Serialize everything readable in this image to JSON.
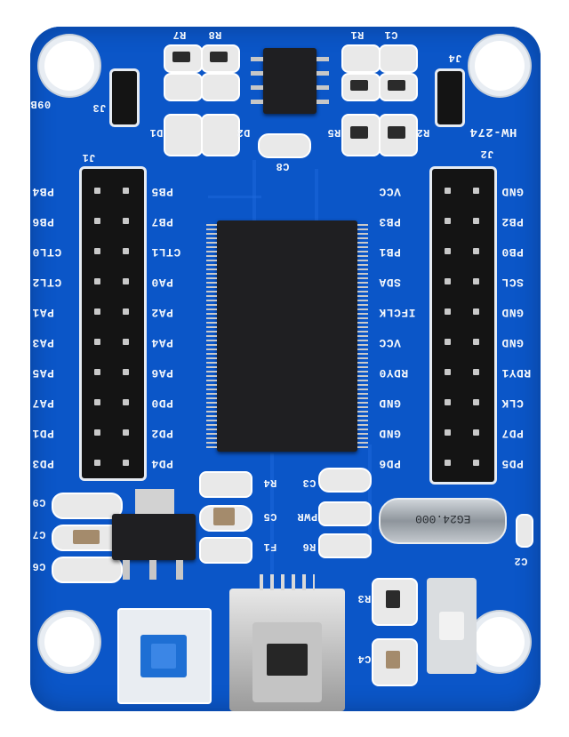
{
  "board": {
    "model": "HW-274",
    "top_labels": [
      "R7",
      "R8",
      "R1",
      "C1",
      "J3",
      "J4",
      "D1",
      "D2",
      "R5",
      "R2",
      "C8",
      "J1",
      "J2",
      "09B"
    ],
    "bottom_labels": [
      "R4",
      "C3",
      "C5",
      "F1",
      "R6",
      "PWR",
      "C6",
      "C7",
      "C9",
      "C2",
      "R3",
      "C4"
    ],
    "crystal_text": "EG24.000",
    "left_header_outer": [
      "PB4",
      "PB6",
      "CTL0",
      "CTL2",
      "PA1",
      "PA3",
      "PA5",
      "PA7",
      "PD1",
      "PD3"
    ],
    "left_header_inner": [
      "PB5",
      "PB7",
      "CTL1",
      "PA0",
      "PA2",
      "PA4",
      "PA6",
      "PD0",
      "PD2",
      "PD4"
    ],
    "right_header_inner": [
      "VCC",
      "PB3",
      "PB1",
      "SDA",
      "IFCLK",
      "VCC",
      "RDY0",
      "GND",
      "GND",
      "PD6"
    ],
    "right_header_outer": [
      "GND",
      "PB2",
      "PB0",
      "SCL",
      "GND",
      "GND",
      "RDY1",
      "CLK",
      "PD7",
      "PD5"
    ]
  }
}
